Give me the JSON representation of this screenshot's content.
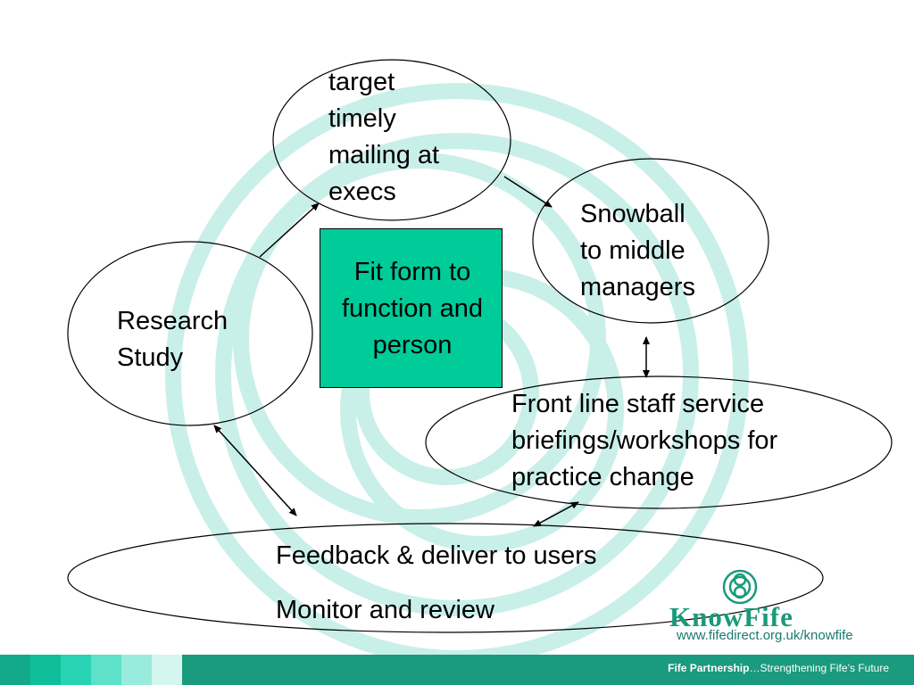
{
  "nodes": {
    "target": [
      "target",
      "timely",
      "mailing at",
      "execs"
    ],
    "snowball": [
      "Snowball",
      "to middle",
      "managers"
    ],
    "research": [
      "Research",
      "Study"
    ],
    "fit": [
      "Fit form to",
      "function and",
      "person"
    ],
    "front_line": [
      "Front line staff service",
      "briefings/workshops for",
      "practice change"
    ],
    "feedback": [
      "Feedback & deliver to users",
      "Monitor and review"
    ]
  },
  "logo": {
    "word": "KnowFife",
    "url": "www.fifedirect.org.uk/knowfife"
  },
  "footer": {
    "bold": "Fife Partnership",
    "rest": "…Strengthening Fife’s Future"
  },
  "colors": {
    "fit_box": "#00cc99",
    "footer": "#1a9a7f",
    "background_rings": "#c9efe9"
  },
  "edges": [
    {
      "from": "research",
      "to": "target",
      "direction": "one-way"
    },
    {
      "from": "target",
      "to": "snowball",
      "direction": "one-way"
    },
    {
      "from": "snowball",
      "to": "front_line",
      "direction": "two-way"
    },
    {
      "from": "research",
      "to": "feedback",
      "direction": "two-way"
    },
    {
      "from": "front_line",
      "to": "feedback",
      "direction": "two-way"
    }
  ]
}
